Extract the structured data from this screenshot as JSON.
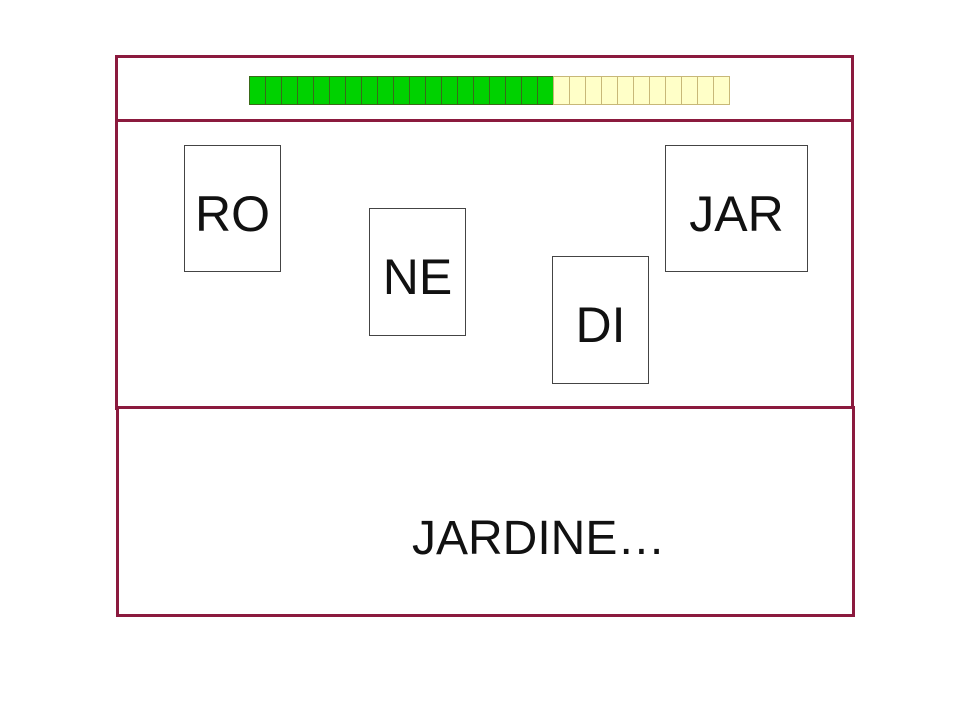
{
  "progress": {
    "total_segments": 30,
    "filled_segments": 19,
    "filled_color": "#00d200",
    "empty_color": "#ffffc8"
  },
  "tiles": [
    {
      "label": "RO"
    },
    {
      "label": "NE"
    },
    {
      "label": "DI"
    },
    {
      "label": "JAR"
    }
  ],
  "answer": {
    "text": "JARDINE…"
  },
  "colors": {
    "frame": "#8b1a3e"
  }
}
